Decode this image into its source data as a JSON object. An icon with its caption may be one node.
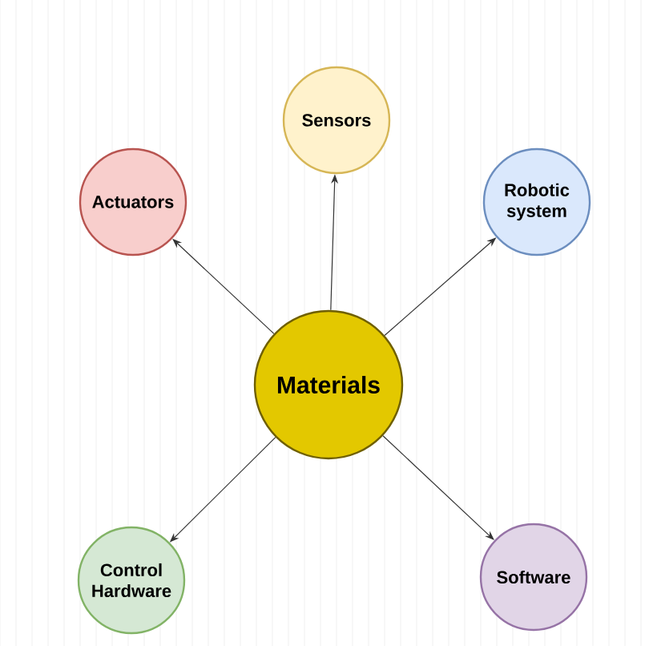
{
  "diagram": {
    "nodes": [
      {
        "text": [
          "Sensors"
        ]
      },
      {
        "text": [
          "Actuators"
        ]
      },
      {
        "text": [
          "Robotic system"
        ]
      },
      {
        "text": [
          "Materials"
        ]
      },
      {
        "text": [
          "Control Hardware"
        ]
      },
      {
        "text": [
          "Software"
        ]
      }
    ],
    "edges": [
      {
        "from": 3,
        "to": 0,
        "arrow": "to"
      },
      {
        "from": 3,
        "to": 1,
        "arrow": "to"
      },
      {
        "from": 3,
        "to": 2,
        "arrow": "to"
      },
      {
        "from": 3,
        "to": 4,
        "arrow": "to"
      },
      {
        "from": 3,
        "to": 5,
        "arrow": "to"
      }
    ]
  }
}
